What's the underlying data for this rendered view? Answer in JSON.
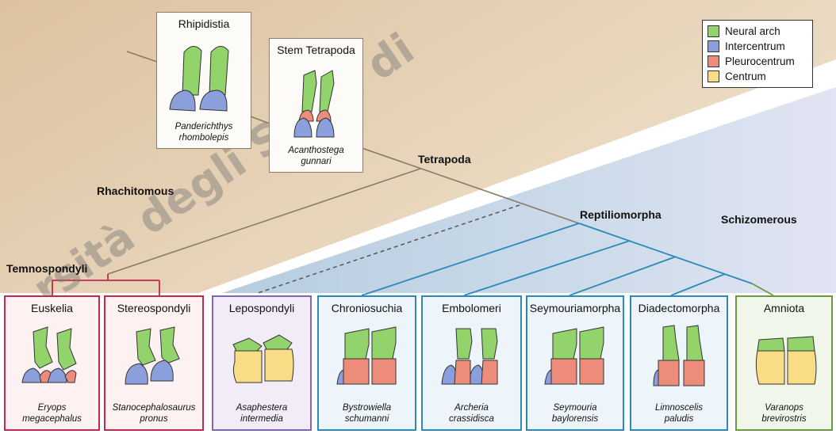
{
  "colors": {
    "neural_arch": "#93d36b",
    "intercentrum": "#8b9fdc",
    "pleurocentrum": "#ee8c7c",
    "centrum": "#f9dc86",
    "temnospondyl_border": "#c02a4c",
    "lepospondyl_border": "#8064b8",
    "reptiliomorph_border": "#2a8ab8",
    "amniota_border": "#6a9a3c",
    "stem_line": "#8a7966",
    "tan_region": "#e5ccaa",
    "blue_region": "#c7d8e8"
  },
  "legend": {
    "items": [
      {
        "label": "Neural arch",
        "color": "#93d36b"
      },
      {
        "label": "Intercentrum",
        "color": "#8b9fdc"
      },
      {
        "label": "Pleurocentrum",
        "color": "#ee8c7c"
      },
      {
        "label": "Centrum",
        "color": "#f9dc86"
      }
    ]
  },
  "regions": {
    "rhachitomous": "Rhachitomous",
    "schizomerous": "Schizomerous"
  },
  "clades": {
    "tetrapoda": "Tetrapoda",
    "reptiliomorpha": "Reptiliomorpha",
    "temnospondyli": "Temnospondyli"
  },
  "top_boxes": [
    {
      "title": "Rhipidistia",
      "species_line1": "Panderichthys",
      "species_line2": "rhombolepis"
    },
    {
      "title": "Stem Tetrapoda",
      "species_line1": "Acanthostega",
      "species_line2": "gunnari"
    }
  ],
  "taxa": [
    {
      "title": "Euskelia",
      "species_line1": "Eryops",
      "species_line2": "megacephalus",
      "group": "temnospondyli",
      "vertebra": "rhachitomous"
    },
    {
      "title": "Stereospondyli",
      "species_line1": "Stanocephalosaurus",
      "species_line2": "pronus",
      "group": "temnospondyli",
      "vertebra": "stereospondylous"
    },
    {
      "title": "Lepospondyli",
      "species_line1": "Asaphestera",
      "species_line2": "intermedia",
      "group": "lepospondyli",
      "vertebra": "holospondylous"
    },
    {
      "title": "Chroniosuchia",
      "species_line1": "Bystrowiella",
      "species_line2": "schumanni",
      "group": "reptiliomorpha",
      "vertebra": "gastrocentrous"
    },
    {
      "title": "Embolomeri",
      "species_line1": "Archeria",
      "species_line2": "crassidisca",
      "group": "reptiliomorpha",
      "vertebra": "embolomerous"
    },
    {
      "title": "Seymouriamorpha",
      "species_line1": "Seymouria",
      "species_line2": "baylorensis",
      "group": "reptiliomorpha",
      "vertebra": "gastrocentrous"
    },
    {
      "title": "Diadectomorpha",
      "species_line1": "Limnoscelis",
      "species_line2": "paludis",
      "group": "reptiliomorpha",
      "vertebra": "gastrocentrous-tall"
    },
    {
      "title": "Amniota",
      "species_line1": "Varanops",
      "species_line2": "brevirostris",
      "group": "amniota",
      "vertebra": "amniote"
    }
  ],
  "watermark": "rsità degli Studi di"
}
